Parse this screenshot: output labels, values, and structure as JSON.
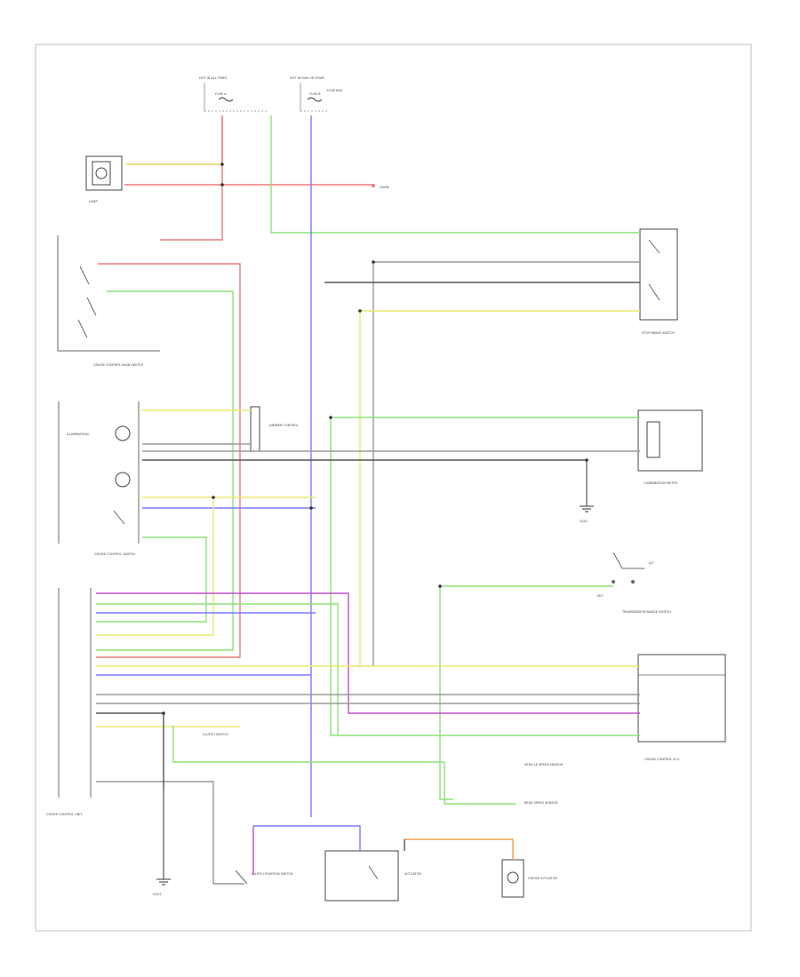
{
  "diagram": {
    "footer_code": "",
    "colors": {
      "red": "#f07878",
      "yellow": "#e8e870",
      "green": "#8ee07a",
      "blue": "#7a7aff",
      "purple": "#c050c8",
      "orange": "#f0a050",
      "gray": "#9a9a9a",
      "black": "#555555"
    },
    "labels": {
      "fuse_hot_all_times": "HOT IN ALL TIMES",
      "fuse_hot_run_start": "HOT IN RUN OR START",
      "fuse_a": "FUSE A",
      "fuse_b": "FUSE B",
      "fuse_box_note": "FUSE BOX",
      "lamp_note": "LAMP",
      "horn_label": "HORN",
      "cruise_main_switch": "CRUISE CONTROL MAIN SWITCH",
      "stop_brake_switch": "STOP BRAKE SWITCH",
      "illumination": "ILLUMINATION",
      "dimmer_control": "DIMMER CONTROL",
      "combination_meter": "COMBINATION METER",
      "ground_point_mid": "G101",
      "cruise_control_switch": "CRUISE CONTROL SWITCH",
      "transmission_range": "TRANSMISSION RANGE SWITCH",
      "cruise_control_unit": "CRUISE CONTROL UNIT",
      "cruise_computer": "CRUISE CONTROL ECU",
      "clutch_switch": "CLUTCH SWITCH",
      "vehicle_speed_sensor": "VEHICLE SPEED SENSOR",
      "rear_speed_sensor": "REAR SPEED SENSOR",
      "ground_bottom_left": "G201",
      "clutch_position": "CLUTCH POSITION SWITCH",
      "actuator": "ACTUATOR",
      "cruise_actuator": "CRUISE ACTUATOR",
      "at_only": "A/T",
      "mt_only": "M/T"
    }
  }
}
